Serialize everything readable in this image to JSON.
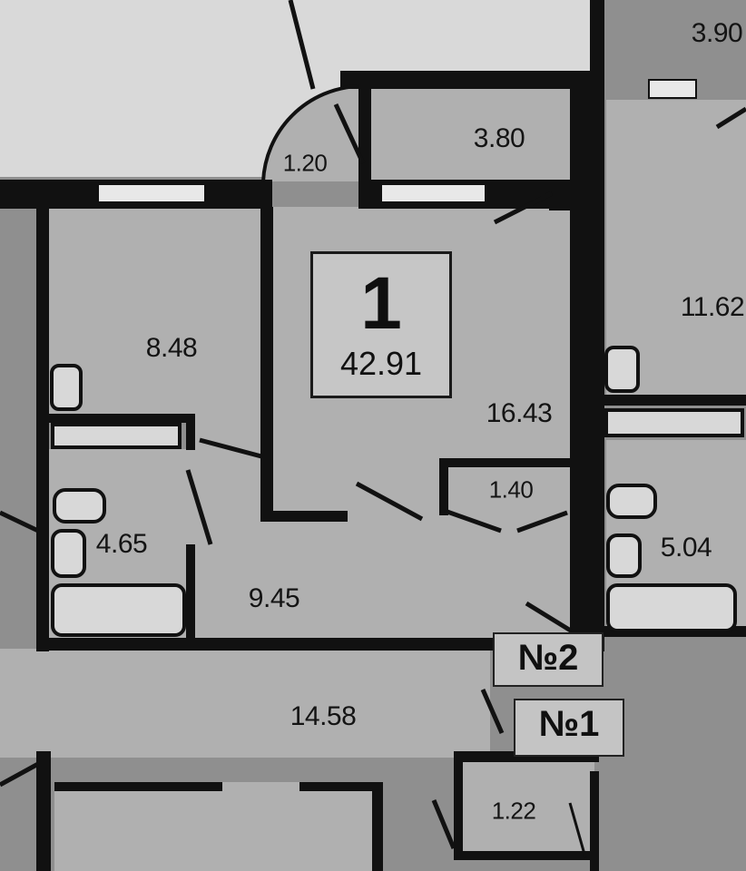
{
  "apartment": {
    "number": "1",
    "total_area": "42.91"
  },
  "rooms": {
    "r120": "1.20",
    "r380": "3.80",
    "r390": "3.90",
    "r1162": "11.62",
    "r848": "8.48",
    "r1643": "16.43",
    "r140": "1.40",
    "r465": "4.65",
    "r945": "9.45",
    "r504": "5.04",
    "r1458": "14.58",
    "r122": "1.22"
  },
  "markers": {
    "m2": "№2",
    "m1": "№1"
  },
  "colors": {
    "background": "#8f8f8f",
    "room_fill": "#b1b1b1",
    "wall": "#111111",
    "label_box": "#c6c6c6"
  }
}
